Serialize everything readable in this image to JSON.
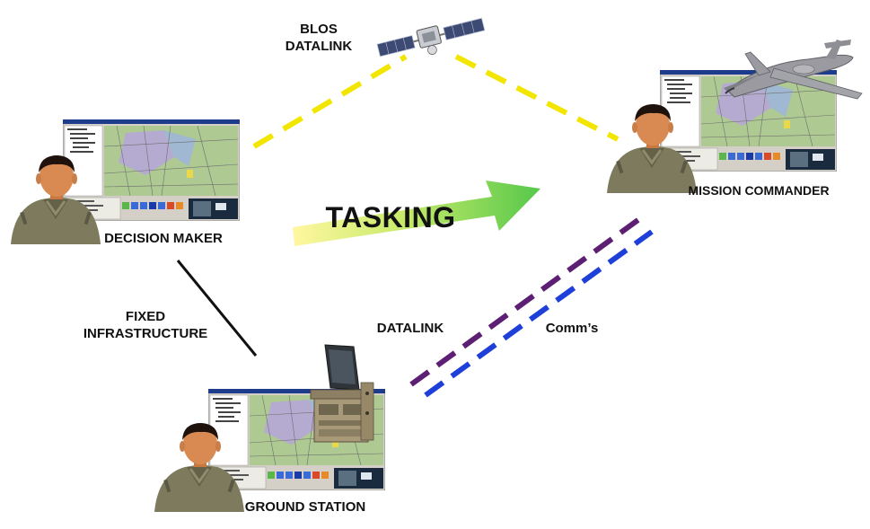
{
  "labels": {
    "blos_line1": "BLOS",
    "blos_line2": "DATALINK",
    "tasking": "TASKING",
    "decision_maker": "DECISION MAKER",
    "mission_commander": "MISSION COMMANDER",
    "ground_station": "GROUND STATION",
    "fixed_line1": "FIXED",
    "fixed_line2": "INFRASTRUCTURE",
    "datalink": "DATALINK",
    "comms": "Comm’s"
  },
  "colors": {
    "blos_link": "#f2e600",
    "datalink_purple": "#5c1f73",
    "comms_blue": "#1f3fd9",
    "fixed_line": "#111111",
    "arrow_start": "#fff7a0",
    "arrow_end": "#56c84a",
    "skin": "#d98a52",
    "hair": "#1f120c",
    "uniform": "#7d7a5e"
  },
  "icons": [
    "satellite-icon",
    "aircraft-icon",
    "ground-terminal-icon",
    "person-icon",
    "computer-screen-icon"
  ]
}
